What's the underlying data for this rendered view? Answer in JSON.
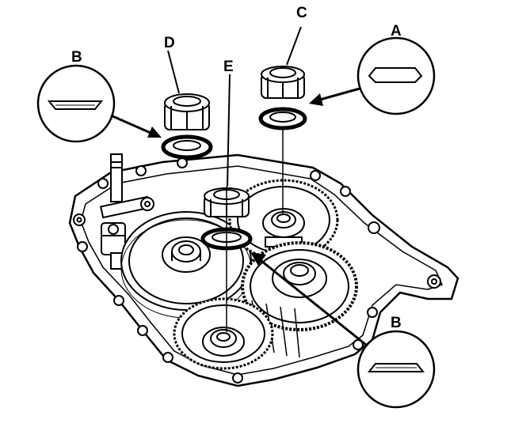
{
  "diagram": {
    "callouts": [
      {
        "id": "A",
        "label": "A"
      },
      {
        "id": "B1",
        "label": "B"
      },
      {
        "id": "B2",
        "label": "B"
      },
      {
        "id": "C",
        "label": "C"
      },
      {
        "id": "D",
        "label": "D"
      },
      {
        "id": "E",
        "label": "E"
      }
    ],
    "colors": {
      "ink": "#000000",
      "paper": "#ffffff"
    }
  }
}
